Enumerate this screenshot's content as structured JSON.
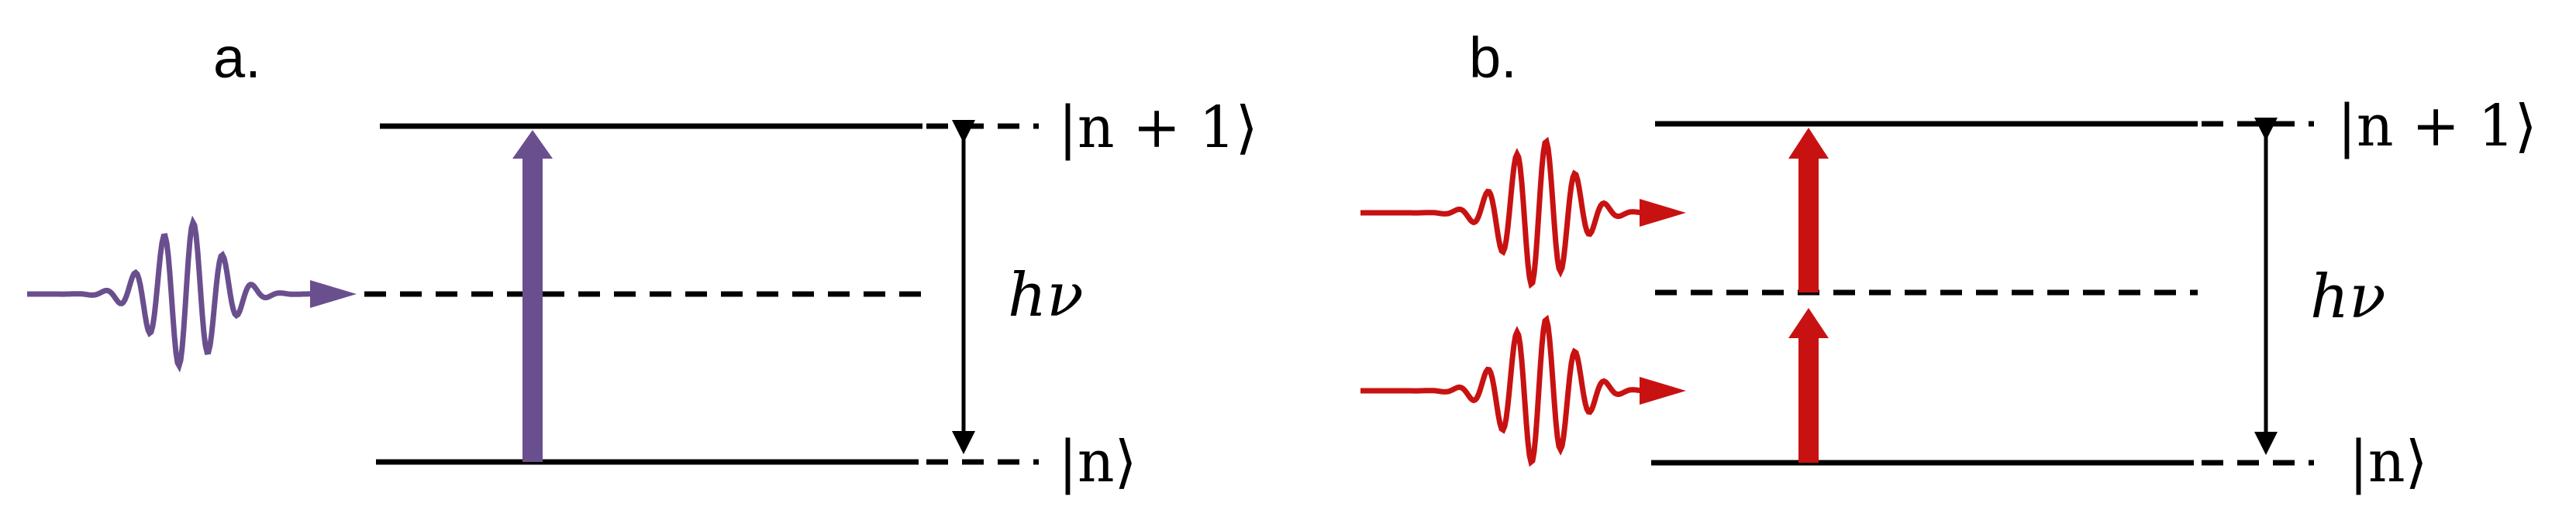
{
  "panels": [
    {
      "label": "a.",
      "photon_color": "#6a4f8e",
      "top_state": "|n + 1⟩",
      "bottom_state": "|n⟩",
      "energy_gap": "hν",
      "photons": 1
    },
    {
      "label": "b.",
      "photon_color": "#c81212",
      "top_state": "|n + 1⟩",
      "bottom_state": "|n⟩",
      "energy_gap": "hν",
      "photons": 2
    }
  ]
}
